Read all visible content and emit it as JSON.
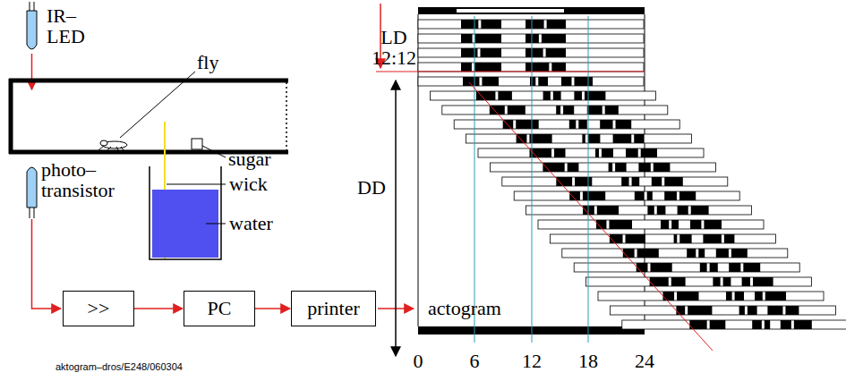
{
  "diagram": {
    "nodes": [
      {
        "text": [
          ">>"
        ]
      },
      {
        "text": [
          "PC"
        ]
      },
      {
        "text": [
          "printer"
        ]
      }
    ],
    "edges": [
      {
        "from": 0,
        "to": 1,
        "arrow": "to"
      },
      {
        "from": 1,
        "to": 2,
        "arrow": "to"
      }
    ],
    "labels": [
      "IR– LED",
      "fly",
      "sugar",
      "photo– transistor",
      "wick",
      "water",
      "LD 12:12",
      "DD",
      "actogram",
      "aktogram–dros/E248/060304",
      "0",
      "6",
      "12",
      "18",
      "24"
    ]
  }
}
